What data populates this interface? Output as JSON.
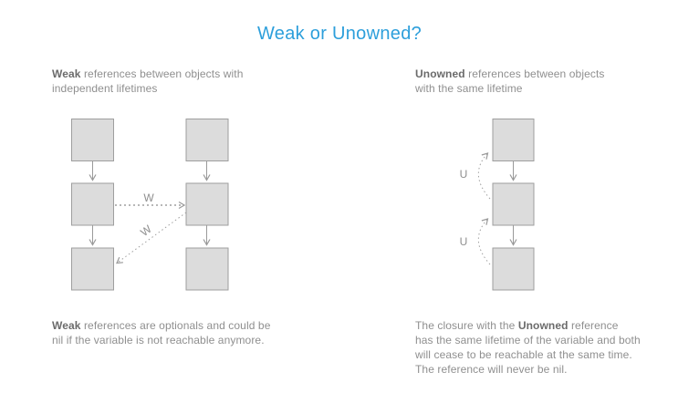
{
  "slide": {
    "title": "Weak or Unowned?"
  },
  "left_panel": {
    "heading": {
      "line1_bold": "Weak",
      "line1_rest": " references between objects with",
      "line2": "independent lifetimes"
    },
    "caption": {
      "line1_bold": "Weak",
      "line1_rest": " references are optionals and could be",
      "line2": "nil if the variable is not reachable anymore."
    },
    "weak_label_horizontal": "W",
    "weak_label_diagonal": "W"
  },
  "right_panel": {
    "heading": {
      "line1_bold": "Unowned",
      "line1_rest": " references between objects",
      "line2": "with the same lifetime"
    },
    "caption": {
      "line1_before": "The closure with the ",
      "line1_bold": "Unowned",
      "line1_after": " reference",
      "line2": "has the same lifetime of the variable and both",
      "line3": "will cease to be reachable at the same time.",
      "line4": "The reference will never be nil."
    },
    "unowned_label_top": "U",
    "unowned_label_bottom": "U"
  },
  "colors": {
    "title": "#2D9FDB",
    "body_text": "#8f8f8f",
    "bold_text": "#6b6b6b",
    "box_fill": "#dcdcdc",
    "box_border": "#9e9e9e",
    "arrow": "#9a9a9a"
  }
}
